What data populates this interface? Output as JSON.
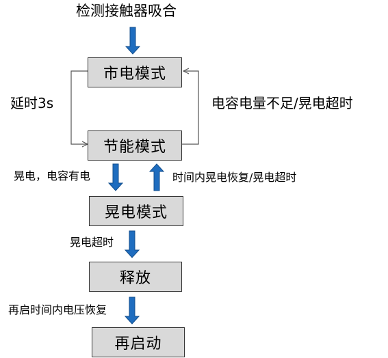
{
  "start_label": "检测接触器吸合",
  "nodes": {
    "mains": "市电模式",
    "saving": "节能模式",
    "sway": "晃电模式",
    "release": "释放",
    "restart": "再启动"
  },
  "edges": {
    "delay": "延时3s",
    "cap_low": "电容电量不足/晃电超时",
    "sway_cap": "晃电，电容有电",
    "sway_restore": "时间内晃电恢复/晃电超时",
    "sway_timeout": "晃电超时",
    "restart_cond": "再启时间内电压恢复"
  },
  "colors": {
    "arrow_fill": "#1f6dbf",
    "arrow_stroke": "#144f8c",
    "box_fill": "#d9d9d9",
    "line": "#555555"
  }
}
